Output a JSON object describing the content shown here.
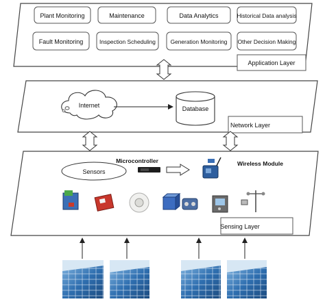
{
  "application_layer": {
    "label": "Application Layer",
    "apps": [
      "Plant Monitoring",
      "Maintenance",
      "Data Analytics",
      "Historical Data analysis",
      "Fault Monitoring",
      "Inspection Scheduling",
      "Generation Monitoring",
      "Other Decision Making"
    ]
  },
  "network_layer": {
    "label": "Network Layer",
    "internet": "Internet",
    "database": "Database"
  },
  "sensing_layer": {
    "label": "Sensing Layer",
    "sensors": "Sensors",
    "microcontroller": "Microcontroller",
    "wireless_module": "Wireless Module"
  },
  "colors": {
    "outline": "#444444",
    "panel_blue": "#2f6fb0",
    "sky": "#cfe3f2"
  }
}
